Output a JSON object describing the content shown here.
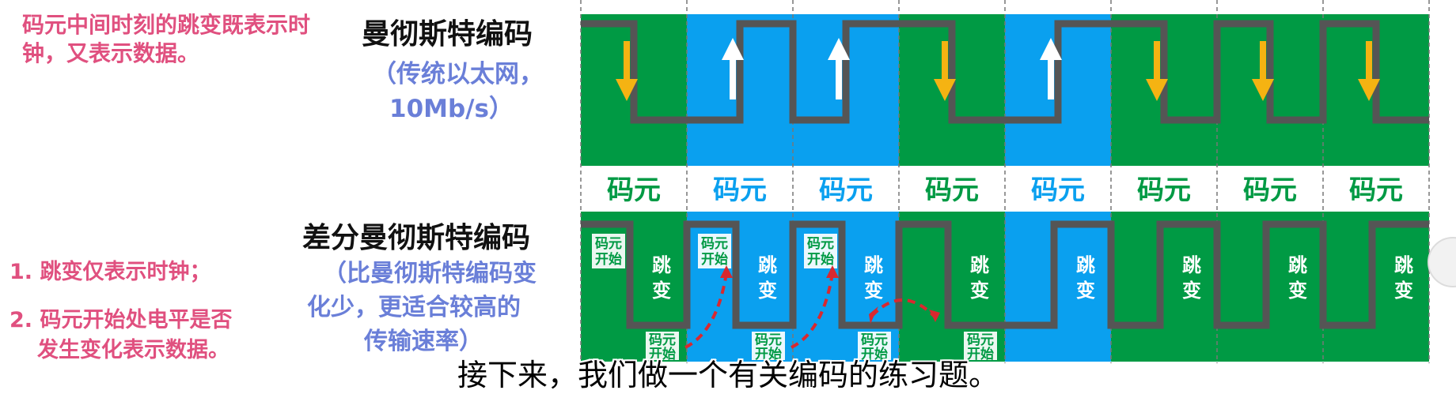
{
  "top_note": "码元中间时刻的跳变既表示时钟，又表示数据。",
  "manchester": {
    "title": "曼彻斯特编码",
    "subtitle_line1": "（传统以太网，",
    "subtitle_line2": "10Mb/s）"
  },
  "differential": {
    "title": "差分曼彻斯特编码",
    "subtitle_line1": "（比曼彻斯特编码变",
    "subtitle_line2": "化少，更适合较高的",
    "subtitle_line3": "传输速率）",
    "rule_1": "1. 跳变仅表示时钟；",
    "rule_2_line1": "2. 码元开始处电平是否",
    "rule_2_line2": "发生变化表示数据。"
  },
  "code_element_label": "码元",
  "code_start_label_1": "码元",
  "code_start_label_2": "开始",
  "jump_label_1": "跳",
  "jump_label_2": "变",
  "subtitle_caption": "接下来，我们做一个有关编码的练习题。",
  "cells": [
    {
      "color": "green"
    },
    {
      "color": "blue"
    },
    {
      "color": "blue"
    },
    {
      "color": "green"
    },
    {
      "color": "blue"
    },
    {
      "color": "green"
    },
    {
      "color": "green"
    },
    {
      "color": "green"
    }
  ],
  "manchester_arrows": [
    "down",
    "up",
    "up",
    "down",
    "up",
    "down",
    "down",
    "down"
  ],
  "colors": {
    "green": "#009a44",
    "blue": "#0aa0ef",
    "waveform": "#555555",
    "arrow_down": "#f5b312",
    "arrow_up": "#ffffff",
    "dashed_arrow": "#d9282f",
    "label_text": "#009a44",
    "blue_label_text": "#0aa0ef"
  }
}
